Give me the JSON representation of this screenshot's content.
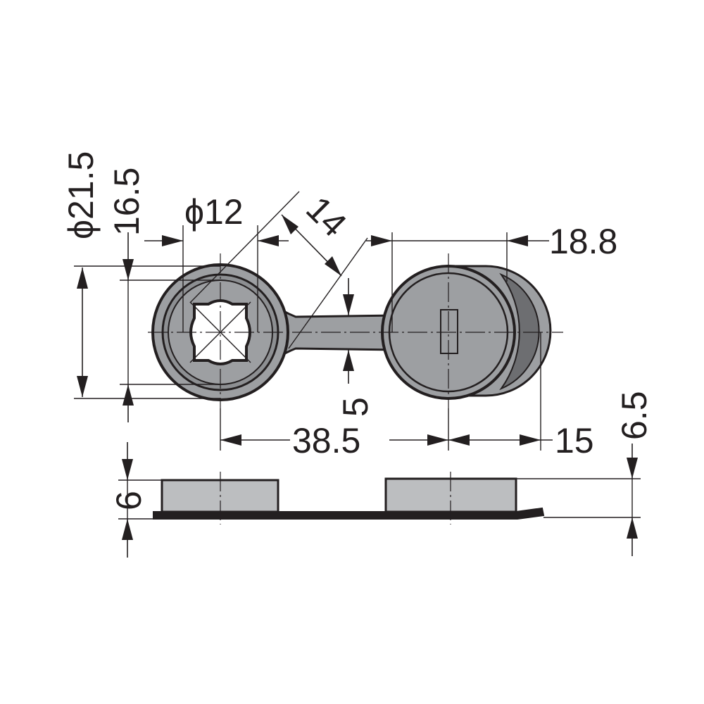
{
  "title": "",
  "part": {
    "body_fill": "#9d9fa2",
    "body_dark": "#6d6e71",
    "line_color": "#231f20",
    "background": "#ffffff"
  },
  "dimensions": {
    "outer_diameter": "ϕ21.5",
    "inner_height": "16.5",
    "bore_diameter": "ϕ12",
    "angle_length": "14",
    "cap_offset": "18.8",
    "neck_width": "5",
    "center_distance": "38.5",
    "cap_radius": "15",
    "overall_height": "6.5",
    "body_height": "6"
  }
}
